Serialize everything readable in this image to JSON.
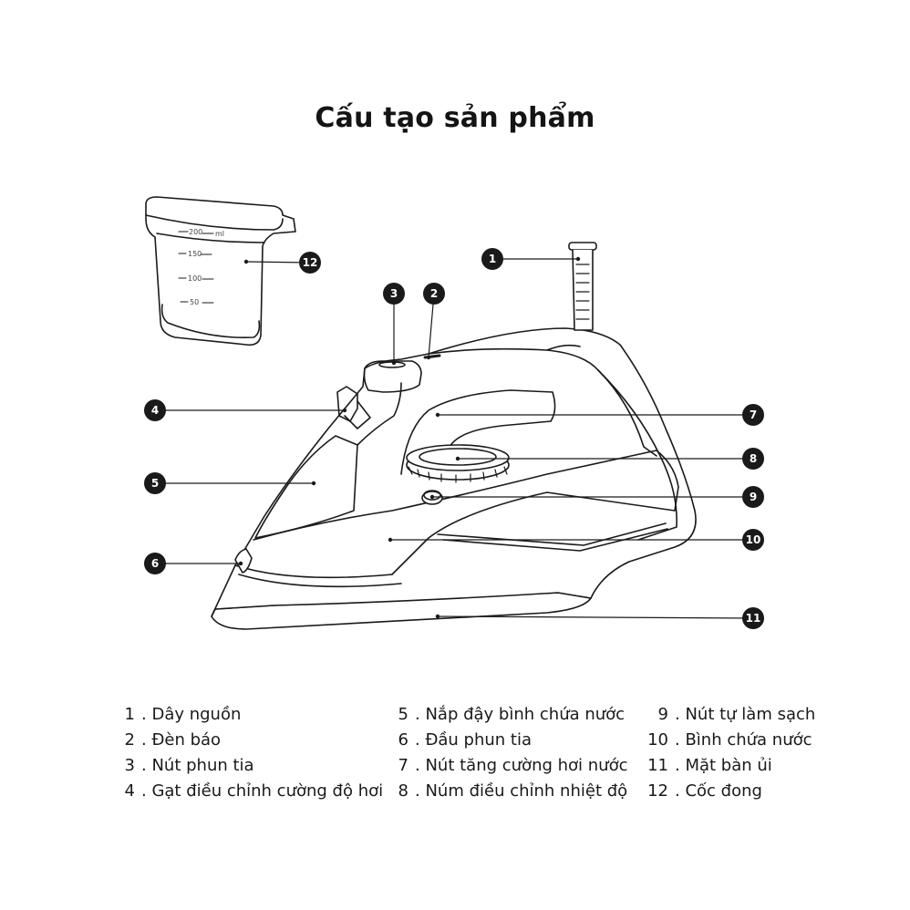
{
  "title": "Cấu tạo sản phẩm",
  "cup_scale": {
    "unit": "ml",
    "marks": [
      "200",
      "150",
      "100",
      "50"
    ]
  },
  "iron_label": "",
  "parts": [
    {
      "num": "1",
      "label": "Dây nguồn"
    },
    {
      "num": "2",
      "label": "Đèn báo"
    },
    {
      "num": "3",
      "label": "Nút phun tia"
    },
    {
      "num": "4",
      "label": "Gạt điều chỉnh cường độ hơi"
    },
    {
      "num": "5",
      "label": "Nắp đậy bình chứa nước"
    },
    {
      "num": "6",
      "label": "Đầu phun tia"
    },
    {
      "num": "7",
      "label": "Nút tăng cường hơi nước"
    },
    {
      "num": "8",
      "label": "Núm điều chỉnh nhiệt độ"
    },
    {
      "num": "9",
      "label": "Nút tự làm sạch"
    },
    {
      "num": "10",
      "label": "Bình chứa nước"
    },
    {
      "num": "11",
      "label": "Mặt bàn ủi"
    },
    {
      "num": "12",
      "label": "Cốc đong"
    }
  ],
  "colors": {
    "line": "#1a1a1a",
    "badge": "#1a1a1a",
    "badge_text": "#ffffff"
  }
}
